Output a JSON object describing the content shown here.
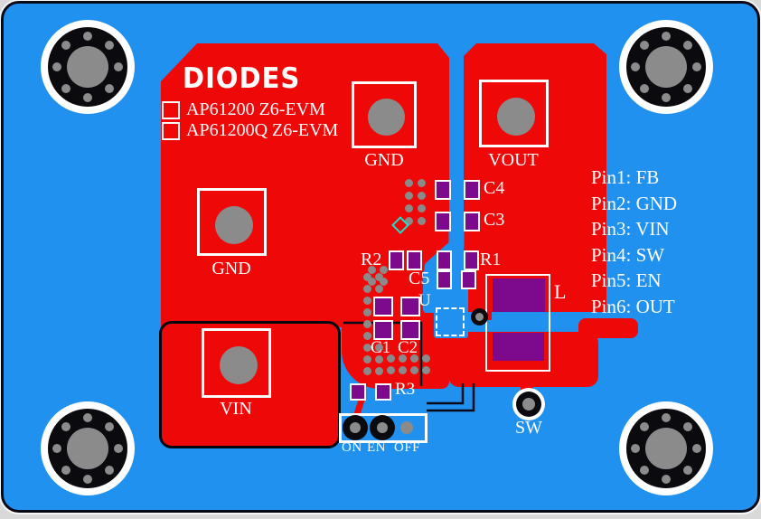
{
  "board": {
    "logo_text": "DIODES",
    "variants": [
      {
        "label": "AP61200 Z6-EVM"
      },
      {
        "label": "AP61200Q Z6-EVM"
      }
    ],
    "pads": {
      "gnd_top": "GND",
      "vout": "VOUT",
      "gnd_left": "GND",
      "vin": "VIN"
    },
    "pin_list": [
      "Pin1: FB",
      "Pin2: GND",
      "Pin3: VIN",
      "Pin4: SW",
      "Pin5: EN",
      "Pin6: OUT"
    ],
    "components": {
      "c4": "C4",
      "c3": "C3",
      "r2": "R2",
      "r1": "R1",
      "c5": "C5",
      "u": "U",
      "c1": "C1",
      "c2": "C2",
      "r3": "R3",
      "l": "L",
      "sw": "SW"
    },
    "jumper": {
      "on": "ON",
      "en": "EN",
      "off": "OFF"
    },
    "colors": {
      "board_blue": "#2191F0",
      "copper_red": "#EE0808",
      "pad_purple": "#7D0A8C",
      "drill_gray": "#8B8B8B",
      "silk_white": "#FFFFFF",
      "outline_black": "#0A0A16",
      "via_cyan": "#17E3C9"
    }
  }
}
